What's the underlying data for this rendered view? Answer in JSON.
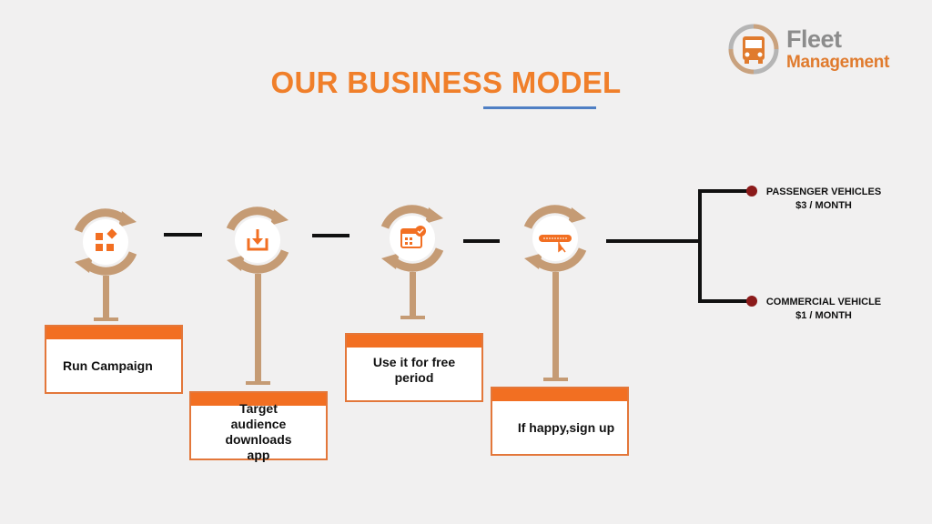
{
  "logo": {
    "line1": "Fleet",
    "line2": "Management",
    "icon": "truck-cycle-icon"
  },
  "title": "OUR BUSINESS MODEL",
  "steps": [
    {
      "label": "Run Campaign",
      "icon": "campaign-apps-icon"
    },
    {
      "label": "Target audience downloads app",
      "icon": "download-icon"
    },
    {
      "label": "Use it for free period",
      "icon": "calendar-check-icon"
    },
    {
      "label": "If happy,sign up",
      "icon": "subscribe-button-icon"
    }
  ],
  "pricing": [
    {
      "line1": "PASSENGER VEHICLES",
      "line2": "$3 / MONTH"
    },
    {
      "line1": "COMMERCIAL VEHICLE",
      "line2": "$1 / MONTH"
    }
  ],
  "colors": {
    "accent": "#f26f22",
    "connector": "#c59b74",
    "dark": "#111111",
    "dot": "#8b1a1a",
    "underline": "#4f7fc4"
  }
}
